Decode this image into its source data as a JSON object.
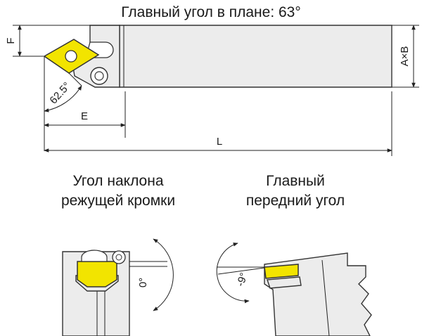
{
  "title": "Главный угол в плане: 63°",
  "dims": {
    "F": "F",
    "AxB": "A×B",
    "E": "E",
    "L": "L",
    "angle_plan": "62.5°"
  },
  "views": {
    "left_caption_line1": "Угол наклона",
    "left_caption_line2": "режущей кромки",
    "left_angle": "0°",
    "right_caption_line1": "Главный",
    "right_caption_line2": "передний угол",
    "right_angle": "-9°"
  },
  "colors": {
    "insert": "#f2e400",
    "body": "#ececec",
    "line": "#222222"
  }
}
